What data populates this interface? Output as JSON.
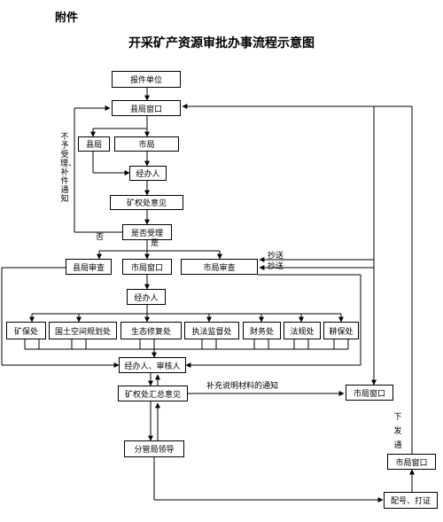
{
  "header": {
    "attachment": "附件",
    "title": "开采矿产资源审批办事流程示意图"
  },
  "boxes": {
    "applicant": "报件单位",
    "county_window": "县局窗口",
    "county_bureau": "县局",
    "city_bureau": "市局",
    "handler_1": "经办人",
    "rights_opinion": "矿权处意见",
    "accept_decision": "是否受理",
    "county_review": "县局审查",
    "city_window": "市局窗口",
    "city_review": "市局审查",
    "handler_2": "经办人",
    "dept_mine_safety": "矿保处",
    "dept_land_planning": "国土空间规划处",
    "dept_eco": "生态修复处",
    "dept_enforcement": "执法监督处",
    "dept_finance": "财务处",
    "dept_legal": "法规处",
    "dept_farmland": "耕保处",
    "handler_reviewer": "经办人、审核人",
    "rights_summary": "矿权处汇总意见",
    "city_window_notice": "市局窗口",
    "leader": "分管局领导",
    "city_window_issue": "市局窗口",
    "numbering_printing": "配号、打证"
  },
  "labels": {
    "reject_note": "不予受理、补件通知",
    "no": "否",
    "yes": "是",
    "cc_1": "抄送",
    "cc_2": "抄送",
    "supplement_notice": "补充说明材料的通知",
    "issue_down": "下发通"
  }
}
